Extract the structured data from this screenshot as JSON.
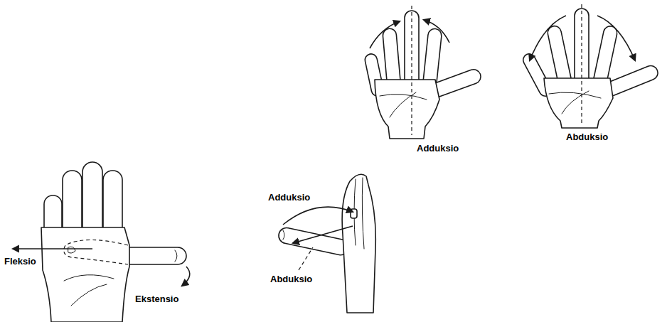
{
  "diagram": {
    "labels": [
      "Adduksio",
      "Abduksio",
      "Fleksio",
      "Ekstensio",
      "Adduksio",
      "Abduksio"
    ]
  }
}
